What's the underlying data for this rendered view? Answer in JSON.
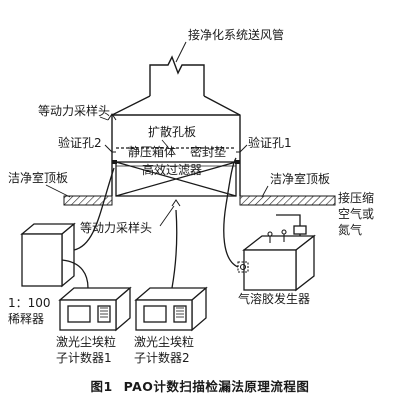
{
  "labels": {
    "supply_duct": "接净化系统送风管",
    "isokinetic_head_top": "等动力采样头",
    "diffuser_plate": "扩散孔板",
    "verify_hole_2": "验证孔2",
    "verify_hole_1": "验证孔1",
    "static_box": "静压箱体",
    "seal_gasket": "密封垫",
    "ceiling_left": "洁净室顶板",
    "ceiling_right": "洁净室顶板",
    "hepa_filter": "高效过滤器",
    "compressed_air": "接压缩\n空气或\n氮气",
    "isokinetic_head_bottom": "等动力采样头",
    "diluter": "1：100\n稀释器",
    "aerosol_generator": "气溶胶发生器",
    "counter_1": "激光尘埃粒\n子计数器1",
    "counter_2": "激光尘埃粒\n子计数器2"
  },
  "caption": {
    "figure_no": "图1",
    "title": "PAO计数扫描检漏法原理流程图"
  }
}
